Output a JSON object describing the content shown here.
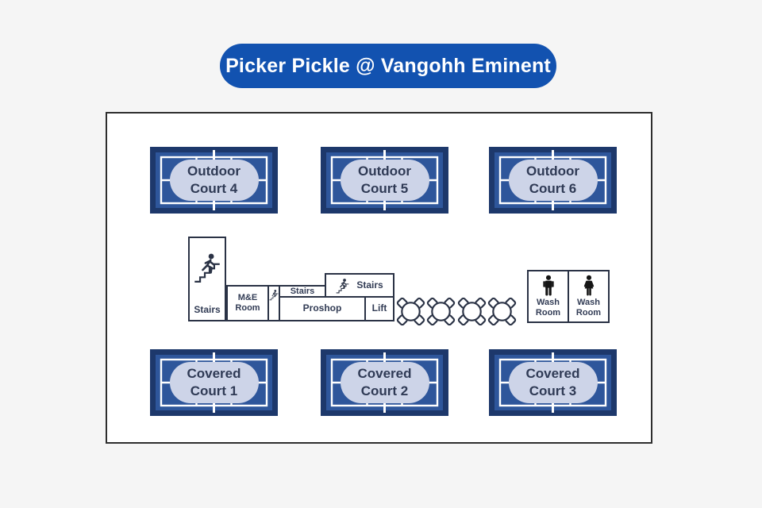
{
  "title": "Picker Pickle @ Vangohh Eminent",
  "colors": {
    "page_bg": "#f5f5f5",
    "title_bg": "#1252b0",
    "title_text": "#ffffff",
    "map_bg": "#ffffff",
    "map_border": "#2e2e2e",
    "court_frame": "#1d386b",
    "court_fill": "#2e569b",
    "court_line": "#ffffff",
    "court_pill": "#cdd4e8",
    "court_text": "#2f3a55",
    "facility_border": "#2a3245",
    "facility_text": "#323c55",
    "icon": "#2a3245",
    "wash_icon": "#151515"
  },
  "courts": [
    {
      "id": "outdoor-court-4",
      "line1": "Outdoor",
      "line2": "Court 4"
    },
    {
      "id": "outdoor-court-5",
      "line1": "Outdoor",
      "line2": "Court 5"
    },
    {
      "id": "outdoor-court-6",
      "line1": "Outdoor",
      "line2": "Court 6"
    },
    {
      "id": "covered-court-1",
      "line1": "Covered",
      "line2": "Court 1"
    },
    {
      "id": "covered-court-2",
      "line1": "Covered",
      "line2": "Court 2"
    },
    {
      "id": "covered-court-3",
      "line1": "Covered",
      "line2": "Court 3"
    }
  ],
  "facilities": {
    "stairs_main_label": "Stairs",
    "me_room_line1": "M&E",
    "me_room_line2": "Room",
    "stairs_small_label": "Stairs",
    "stairs_upper_label": "Stairs",
    "proshop_label": "Proshop",
    "lift_label": "Lift",
    "tables_count": 4
  },
  "washrooms": {
    "male": {
      "line1": "Wash",
      "line2": "Room"
    },
    "female": {
      "line1": "Wash",
      "line2": "Room"
    }
  }
}
